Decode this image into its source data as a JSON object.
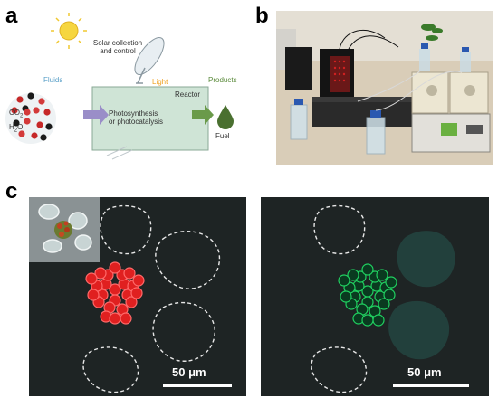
{
  "panels": {
    "a": {
      "letter": "a",
      "solar_label_line1": "Solar collection",
      "solar_label_line2": "and control",
      "fluids_label": "Fluids",
      "light_label": "Light",
      "products_label": "Products",
      "reactor_label": "Reactor",
      "process_line1": "Photosynthesis",
      "process_line2": "or photocatalysis",
      "co2_label": "CO",
      "co2_sub": "2",
      "h2o_label": "H",
      "h2o_sub": "2",
      "h2o_tail": "O",
      "fuel_label": "Fuel",
      "colors": {
        "fluids": "#5aa0c8",
        "light": "#f0a020",
        "products": "#5a8a3a",
        "reactor_fill": "#cfe4d6",
        "arrow": "#9a8ec8"
      }
    },
    "b": {
      "letter": "b"
    },
    "c": {
      "letter": "c",
      "left_scale": "50 μm",
      "right_scale": "50 μm",
      "colors": {
        "red_cells": "#e02020",
        "green_cells": "#20d060",
        "background": "#1e2424"
      }
    }
  }
}
